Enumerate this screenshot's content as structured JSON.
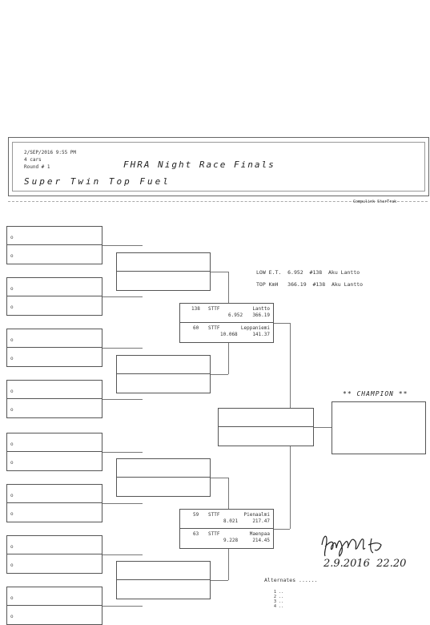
{
  "header": {
    "date_time": "2/SEP/2016   9:55 PM",
    "cars": "4 cars",
    "round": "Round # 1",
    "title": "FHRA Night Race Finals",
    "class_name": "Super Twin Top Fuel",
    "credit": "Compulink StarTrak"
  },
  "records": {
    "low_et_label": "LOW E.T.",
    "low_et_value": "6.952  #138  Aku Lantto",
    "top_kmh_label": "TOP KmH",
    "top_kmh_value": "366.19  #138  Aku Lantto"
  },
  "semifinals": [
    {
      "top": {
        "number": "138",
        "class": "STTF",
        "name": "Lantto",
        "et": "6.952",
        "speed": "366.19"
      },
      "bottom": {
        "number": "60",
        "class": "STTF",
        "name": "Leppaniemi",
        "et": "10.068",
        "speed": "141.37"
      }
    },
    {
      "top": {
        "number": "59",
        "class": "STTF",
        "name": "Pienaalmi",
        "et": "8.021",
        "speed": "217.47"
      },
      "bottom": {
        "number": "63",
        "class": "STTF",
        "name": "Maenpaa",
        "et": "9.228",
        "speed": "214.45"
      }
    }
  ],
  "champion_label": "** CHAMPION **",
  "alternates_label": "Alternates ......",
  "alternates": [
    "1 ..",
    "2 ..",
    "3 ..",
    "4 .."
  ],
  "signature": {
    "date": "2.9.2016",
    "time": "22.20"
  },
  "lane_marker": "o"
}
